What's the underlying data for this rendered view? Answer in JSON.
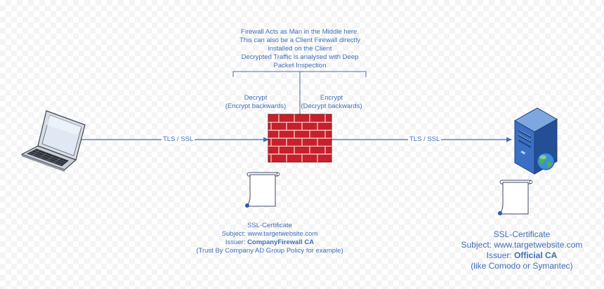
{
  "top_note": {
    "lines": [
      "Firewall Acts as Man in the Middle here.",
      "This can also be a Client Firewall directly",
      "installed on the Client",
      "Decrypted Traffic is analysed with Deep",
      "Packet Inspection"
    ]
  },
  "decrypt_label": {
    "title": "Decrypt",
    "sub": "(Encrypt backwards)"
  },
  "encrypt_label": {
    "title": "Encrypt",
    "sub": "(Decrypt backwards)"
  },
  "links": {
    "left": "TLS / SSL",
    "right": "TLS / SSL"
  },
  "firewall_certificate": {
    "title": "SSL-Certificate",
    "subject": "Subject: www.targetwebsite.com",
    "issuer_prefix": "Issuer: ",
    "issuer": "CompanyFirewall CA",
    "note": "(Trust By Company AD Group Policy for example)"
  },
  "server_certificate": {
    "title": "SSL-Certificate",
    "subject": "Subject: www.targetwebsite.com",
    "issuer_prefix": "Issuer: ",
    "issuer": "Official CA",
    "note": "(like Comodo or Symantec)"
  },
  "icons": {
    "client": "laptop-icon",
    "firewall": "brick-wall-icon",
    "server": "server-tower-icon",
    "globe": "globe-icon",
    "certificate": "scroll-certificate-icon"
  },
  "colors": {
    "text": "#3f6eb5",
    "line": "#3f6eb5",
    "firewall_brick": "#c8202a",
    "server": "#2f63b8"
  }
}
